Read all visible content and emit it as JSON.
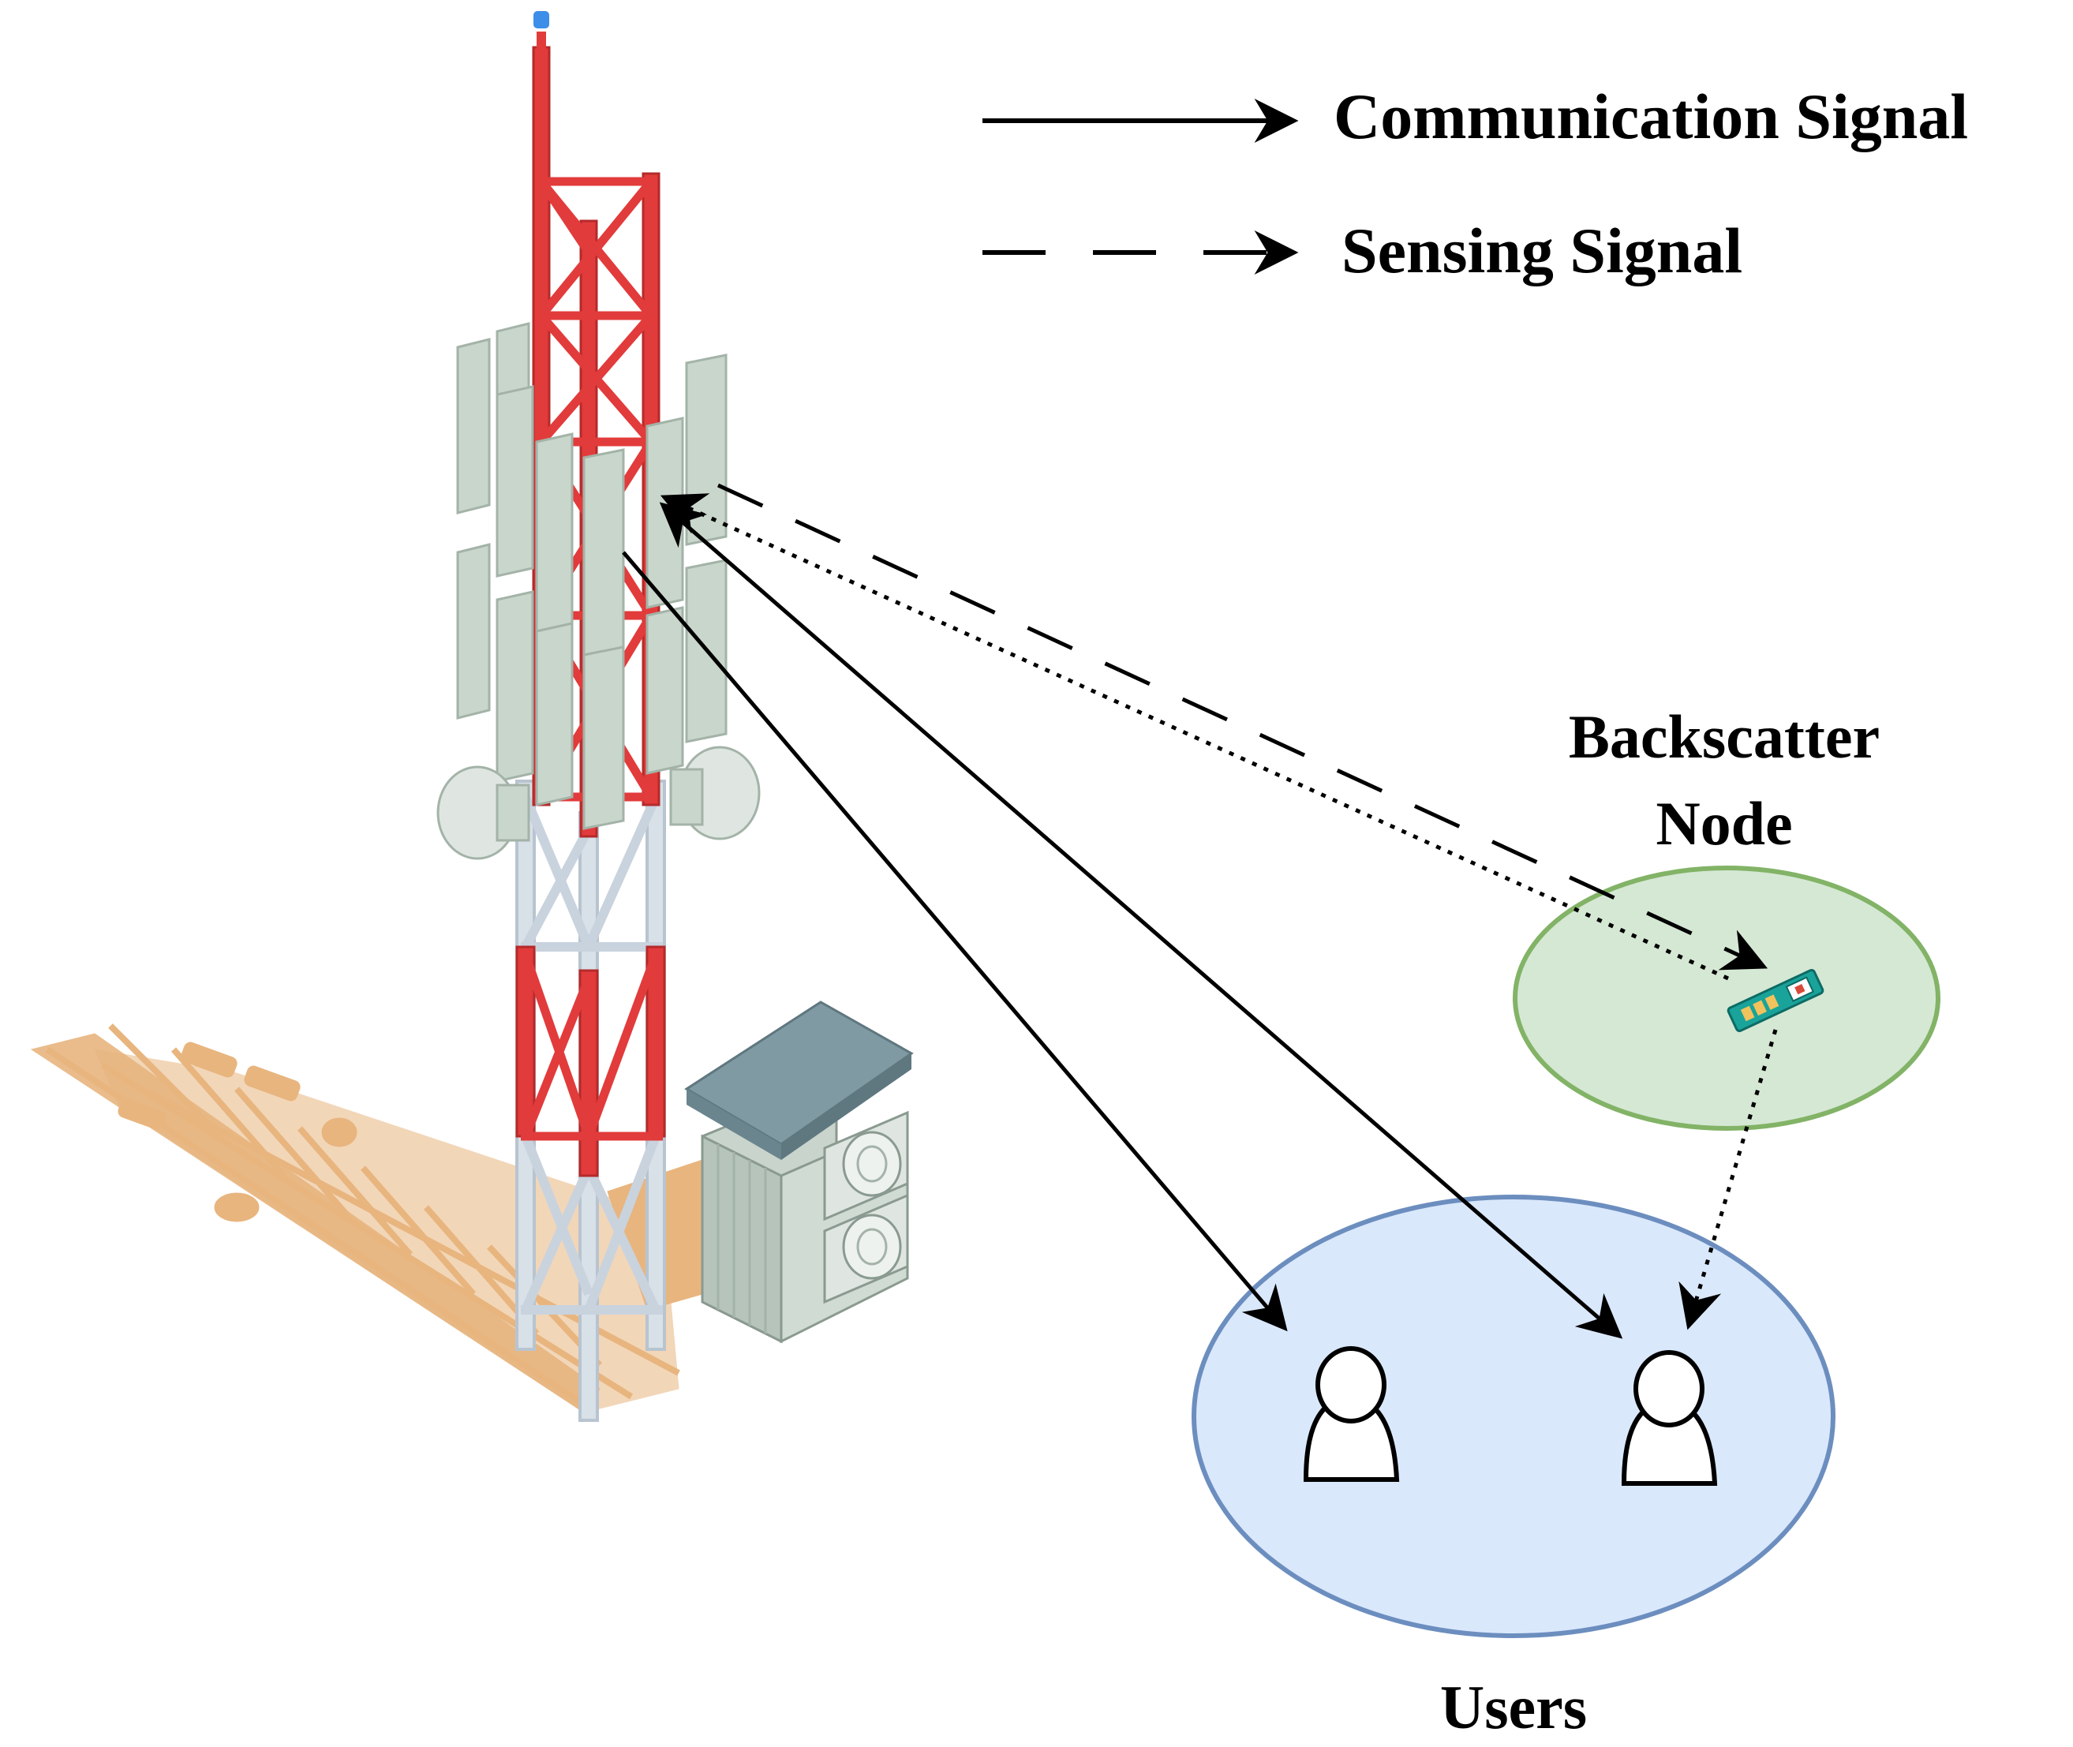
{
  "legend": {
    "communication_label": "Communication Signal",
    "sensing_label": "Sensing Signal"
  },
  "labels": {
    "backscatter_line1": "Backscatter",
    "backscatter_line2": "Node",
    "users": "Users"
  },
  "colors": {
    "tower_red": "#e23b3b",
    "tower_steel": "#d8e0e8",
    "antenna_panel": "#c9d6cc",
    "shadow": "#e8b57f",
    "cabinet_roof": "#7f9aa3",
    "cabinet_body": "#c8d4cc",
    "backscatter_fill": "#d5e8d4",
    "backscatter_stroke": "#82b366",
    "users_fill": "#dae8fc",
    "users_stroke": "#6c8ebf",
    "chip": "#1aa39a"
  }
}
